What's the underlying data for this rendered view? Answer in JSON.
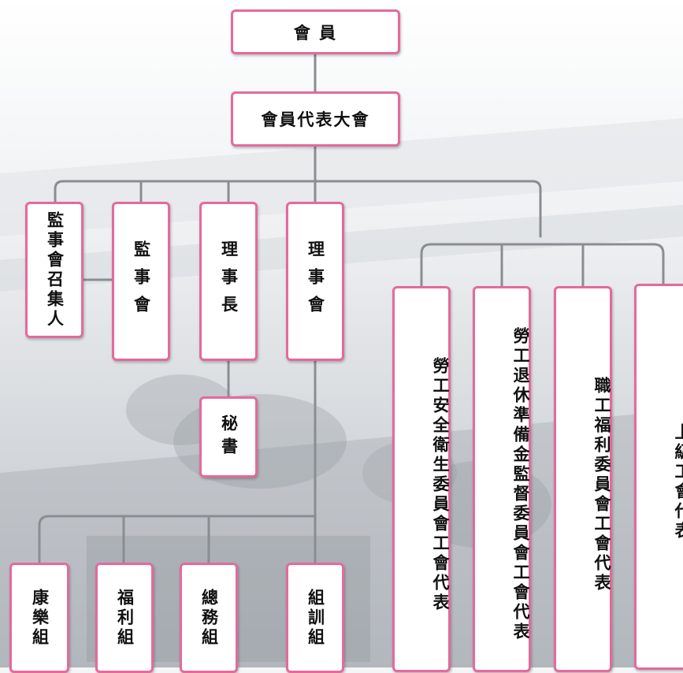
{
  "chart": {
    "members": "會 員",
    "congress": "會員代表大會",
    "supervisor_convener": "監事會召集人",
    "supervisors": "監事會",
    "chairman": "理事長",
    "directors": "理事會",
    "secretary": "秘書",
    "recreation": "康樂組",
    "welfare": "福利組",
    "general_affairs": "總務組",
    "training": "組訓組",
    "safety_rep": "勞工安全衛生委員會工會代表",
    "pension_rep": "勞工退休準備金監督委員會工會代表",
    "staff_welfare_rep": "職工福利委員會工會代表",
    "upper_union_rep": "上級工會代表"
  },
  "colors": {
    "node_border": "#e46a9c",
    "connector": "#8a8d91"
  }
}
